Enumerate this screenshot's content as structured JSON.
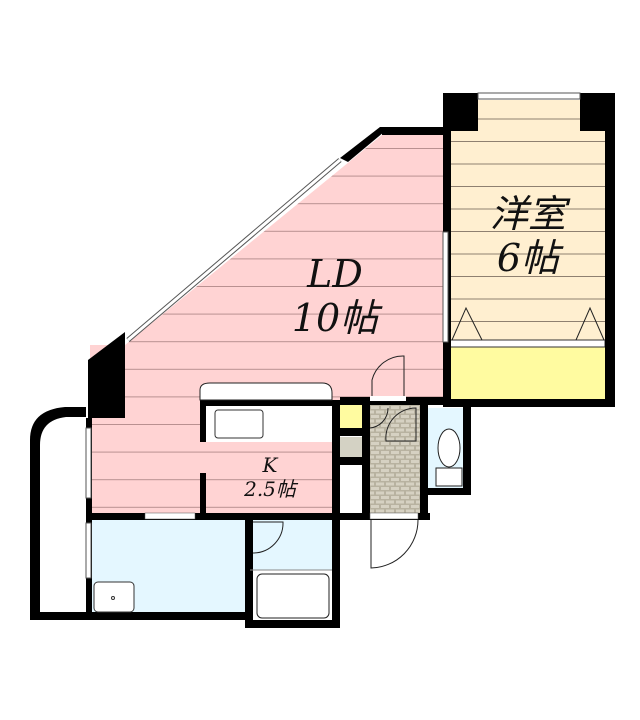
{
  "title": "Apartment floor plan (1LDK)",
  "colors": {
    "wall": "#000000",
    "ld_floor": "#ffd3d3",
    "western_room_floor": "#ffefd0",
    "closet": "#fffba0",
    "wet_area": "#e4f7ff",
    "entrance_tile": "#cdc8b8",
    "floor_lines": "#a88888",
    "beige_lines": "#a08870"
  },
  "rooms": {
    "western_room": {
      "name": "洋室",
      "size": "6帖"
    },
    "ld": {
      "name": "LD",
      "size": "10帖"
    },
    "kitchen": {
      "name": "K",
      "size": "2.5帖"
    }
  },
  "unlabeled_areas": [
    "closet",
    "washroom",
    "bathroom",
    "toilet",
    "entrance",
    "shoe-cabinet",
    "balcony"
  ]
}
